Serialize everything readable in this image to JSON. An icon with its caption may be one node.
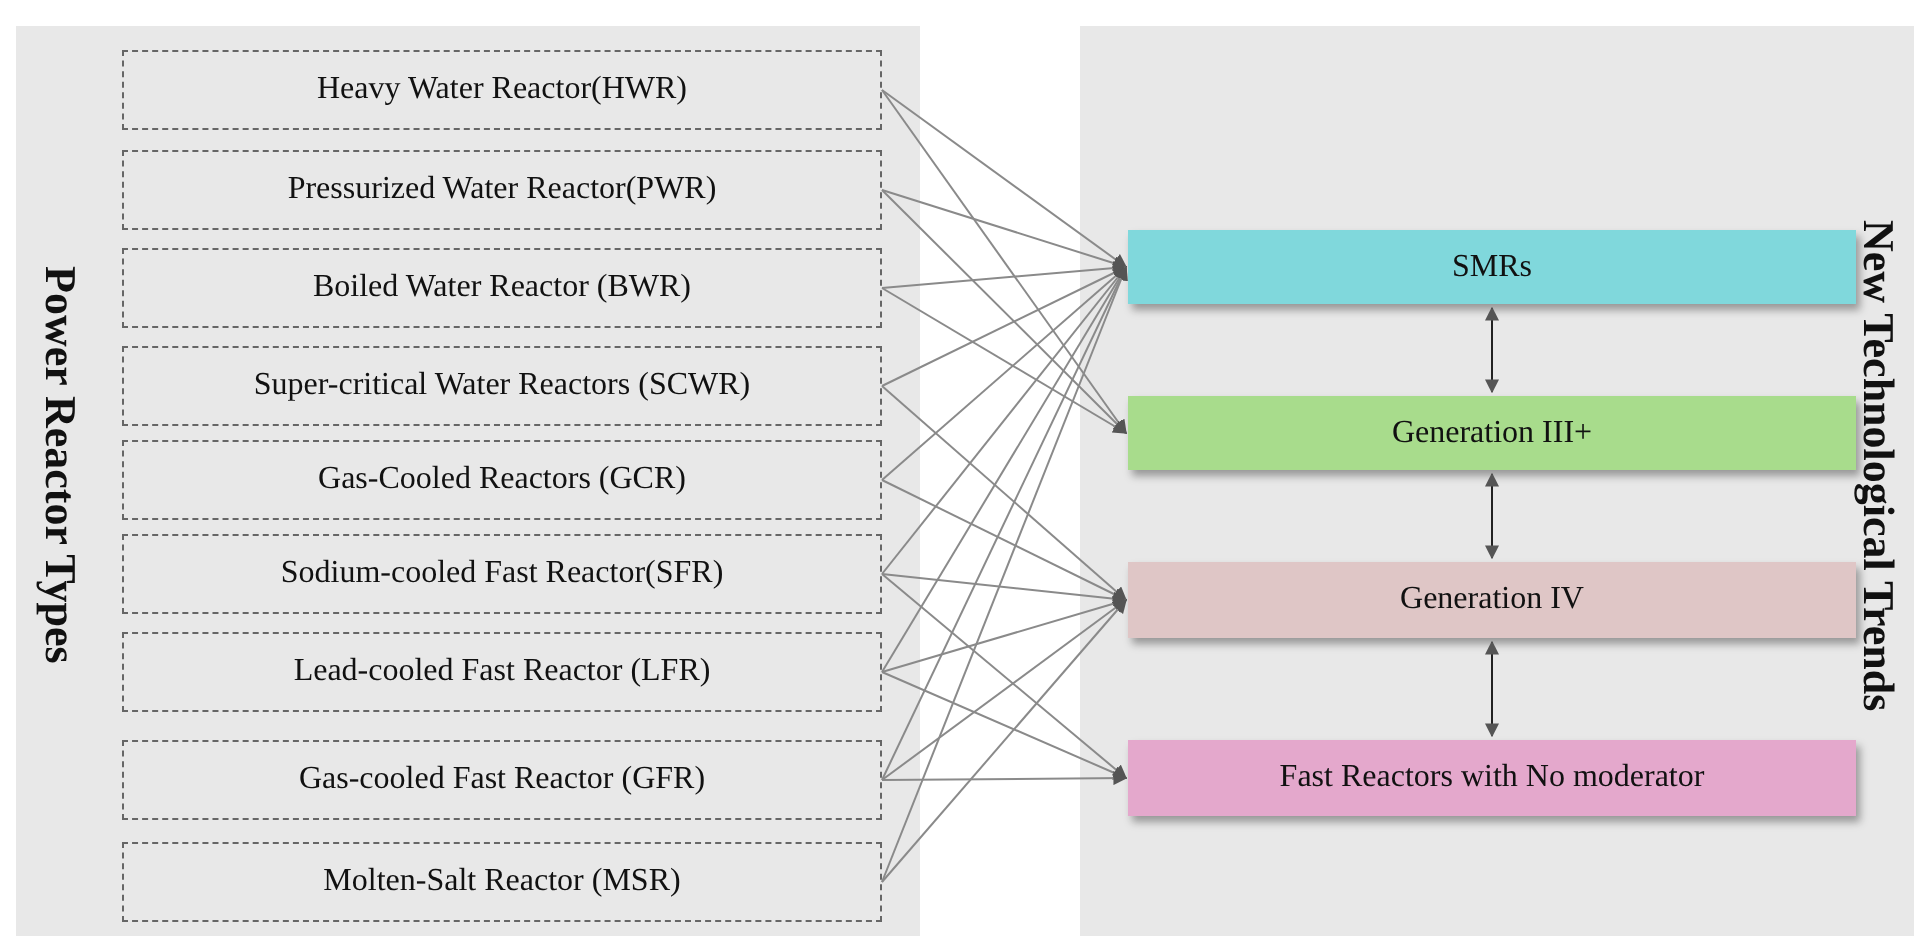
{
  "diagram": {
    "nodes": [
      {
        "text": [
          "Power Reactor Types"
        ]
      },
      {
        "text": [
          "Heavy Water Reactor(HWR)"
        ],
        "in": 0
      },
      {
        "text": [
          "Pressurized Water Reactor(PWR)"
        ],
        "in": 0
      },
      {
        "text": [
          "Boiled Water Reactor (BWR)"
        ],
        "in": 0
      },
      {
        "text": [
          "Super-critical Water Reactors (SCWR)"
        ],
        "in": 0
      },
      {
        "text": [
          "Gas-Cooled Reactors (GCR)"
        ],
        "in": 0
      },
      {
        "text": [
          "Sodium-cooled Fast Reactor(SFR)"
        ],
        "in": 0
      },
      {
        "text": [
          "Lead-cooled Fast Reactor (LFR)"
        ],
        "in": 0
      },
      {
        "text": [
          "Gas-cooled Fast Reactor (GFR)"
        ],
        "in": 0
      },
      {
        "text": [
          "Molten-Salt Reactor (MSR)"
        ],
        "in": 0
      },
      {
        "text": [
          "New Technological Trends"
        ]
      },
      {
        "text": [
          "SMRs"
        ],
        "in": 10
      },
      {
        "text": [
          "Generation III+"
        ],
        "in": 10
      },
      {
        "text": [
          "Generation IV"
        ],
        "in": 10
      },
      {
        "text": [
          "Fast Reactors with No moderator"
        ],
        "in": 10
      }
    ],
    "edges": [
      {
        "from": 1,
        "to": 11,
        "arrow": "to"
      },
      {
        "from": 1,
        "to": 12,
        "arrow": "to"
      },
      {
        "from": 2,
        "to": 11,
        "arrow": "to"
      },
      {
        "from": 2,
        "to": 12,
        "arrow": "to"
      },
      {
        "from": 3,
        "to": 11,
        "arrow": "to"
      },
      {
        "from": 3,
        "to": 12,
        "arrow": "to"
      },
      {
        "from": 4,
        "to": 11,
        "arrow": "to"
      },
      {
        "from": 4,
        "to": 13,
        "arrow": "to"
      },
      {
        "from": 5,
        "to": 11,
        "arrow": "to"
      },
      {
        "from": 5,
        "to": 13,
        "arrow": "to"
      },
      {
        "from": 6,
        "to": 11,
        "arrow": "to"
      },
      {
        "from": 6,
        "to": 13,
        "arrow": "to"
      },
      {
        "from": 6,
        "to": 14,
        "arrow": "to"
      },
      {
        "from": 7,
        "to": 11,
        "arrow": "to"
      },
      {
        "from": 7,
        "to": 13,
        "arrow": "to"
      },
      {
        "from": 7,
        "to": 14,
        "arrow": "to"
      },
      {
        "from": 8,
        "to": 11,
        "arrow": "to"
      },
      {
        "from": 8,
        "to": 13,
        "arrow": "to"
      },
      {
        "from": 8,
        "to": 14,
        "arrow": "to"
      },
      {
        "from": 9,
        "to": 11,
        "arrow": "to"
      },
      {
        "from": 9,
        "to": 13,
        "arrow": "to"
      },
      {
        "from": 11,
        "to": 12,
        "arrow": "both",
        "color": "#222222"
      },
      {
        "from": 12,
        "to": 13,
        "arrow": "both",
        "color": "#222222"
      },
      {
        "from": 13,
        "to": 14,
        "arrow": "both",
        "color": "#222222"
      }
    ]
  }
}
